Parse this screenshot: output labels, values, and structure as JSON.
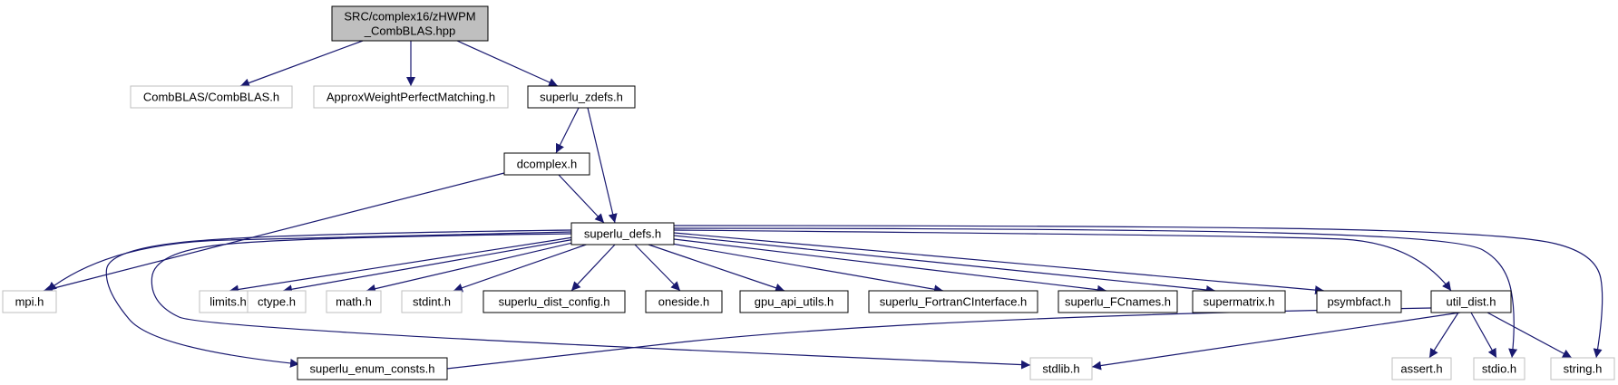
{
  "graph": {
    "nodes": [
      {
        "id": "root",
        "label_lines": [
          "SRC/complex16/zHWPM",
          "_CombBLAS.hpp"
        ],
        "kind": "root"
      },
      {
        "id": "combblas",
        "label_lines": [
          "CombBLAS/CombBLAS.h"
        ],
        "kind": "external"
      },
      {
        "id": "awpm",
        "label_lines": [
          "ApproxWeightPerfectMatching.h"
        ],
        "kind": "external"
      },
      {
        "id": "zdefs",
        "label_lines": [
          "superlu_zdefs.h"
        ],
        "kind": "doc"
      },
      {
        "id": "dcomplex",
        "label_lines": [
          "dcomplex.h"
        ],
        "kind": "doc"
      },
      {
        "id": "defs",
        "label_lines": [
          "superlu_defs.h"
        ],
        "kind": "doc"
      },
      {
        "id": "mpi",
        "label_lines": [
          "mpi.h"
        ],
        "kind": "external"
      },
      {
        "id": "limits",
        "label_lines": [
          "limits.h"
        ],
        "kind": "external"
      },
      {
        "id": "ctype",
        "label_lines": [
          "ctype.h"
        ],
        "kind": "external"
      },
      {
        "id": "math",
        "label_lines": [
          "math.h"
        ],
        "kind": "external"
      },
      {
        "id": "stdint",
        "label_lines": [
          "stdint.h"
        ],
        "kind": "external"
      },
      {
        "id": "distconfig",
        "label_lines": [
          "superlu_dist_config.h"
        ],
        "kind": "doc"
      },
      {
        "id": "oneside",
        "label_lines": [
          "oneside.h"
        ],
        "kind": "doc"
      },
      {
        "id": "gpu",
        "label_lines": [
          "gpu_api_utils.h"
        ],
        "kind": "doc"
      },
      {
        "id": "fortran",
        "label_lines": [
          "superlu_FortranCInterface.h"
        ],
        "kind": "doc"
      },
      {
        "id": "fcnames",
        "label_lines": [
          "superlu_FCnames.h"
        ],
        "kind": "doc"
      },
      {
        "id": "supermatrix",
        "label_lines": [
          "supermatrix.h"
        ],
        "kind": "doc"
      },
      {
        "id": "psymbfact",
        "label_lines": [
          "psymbfact.h"
        ],
        "kind": "doc"
      },
      {
        "id": "utildist",
        "label_lines": [
          "util_dist.h"
        ],
        "kind": "doc"
      },
      {
        "id": "enum",
        "label_lines": [
          "superlu_enum_consts.h"
        ],
        "kind": "doc"
      },
      {
        "id": "stdlib",
        "label_lines": [
          "stdlib.h"
        ],
        "kind": "external"
      },
      {
        "id": "assert",
        "label_lines": [
          "assert.h"
        ],
        "kind": "external"
      },
      {
        "id": "stdio",
        "label_lines": [
          "stdio.h"
        ],
        "kind": "external"
      },
      {
        "id": "string",
        "label_lines": [
          "string.h"
        ],
        "kind": "external"
      }
    ],
    "edges": [
      {
        "from": "root",
        "to": "combblas"
      },
      {
        "from": "root",
        "to": "awpm"
      },
      {
        "from": "root",
        "to": "zdefs"
      },
      {
        "from": "zdefs",
        "to": "dcomplex"
      },
      {
        "from": "zdefs",
        "to": "defs"
      },
      {
        "from": "dcomplex",
        "to": "mpi"
      },
      {
        "from": "dcomplex",
        "to": "defs"
      },
      {
        "from": "defs",
        "to": "mpi"
      },
      {
        "from": "defs",
        "to": "limits"
      },
      {
        "from": "defs",
        "to": "ctype"
      },
      {
        "from": "defs",
        "to": "math"
      },
      {
        "from": "defs",
        "to": "stdint"
      },
      {
        "from": "defs",
        "to": "distconfig"
      },
      {
        "from": "defs",
        "to": "oneside"
      },
      {
        "from": "defs",
        "to": "gpu"
      },
      {
        "from": "defs",
        "to": "fortran"
      },
      {
        "from": "defs",
        "to": "fcnames"
      },
      {
        "from": "defs",
        "to": "supermatrix"
      },
      {
        "from": "defs",
        "to": "psymbfact"
      },
      {
        "from": "defs",
        "to": "utildist"
      },
      {
        "from": "defs",
        "to": "enum"
      },
      {
        "from": "defs",
        "to": "stdlib"
      },
      {
        "from": "defs",
        "to": "stdio"
      },
      {
        "from": "defs",
        "to": "string"
      },
      {
        "from": "utildist",
        "to": "enum"
      },
      {
        "from": "utildist",
        "to": "stdlib"
      },
      {
        "from": "utildist",
        "to": "assert"
      },
      {
        "from": "utildist",
        "to": "stdio"
      },
      {
        "from": "utildist",
        "to": "string"
      }
    ]
  },
  "colors": {
    "edge": "#191970",
    "root_fill": "#bfbfbf",
    "doc_border": "#000000",
    "external_border": "#bfbfbf"
  }
}
